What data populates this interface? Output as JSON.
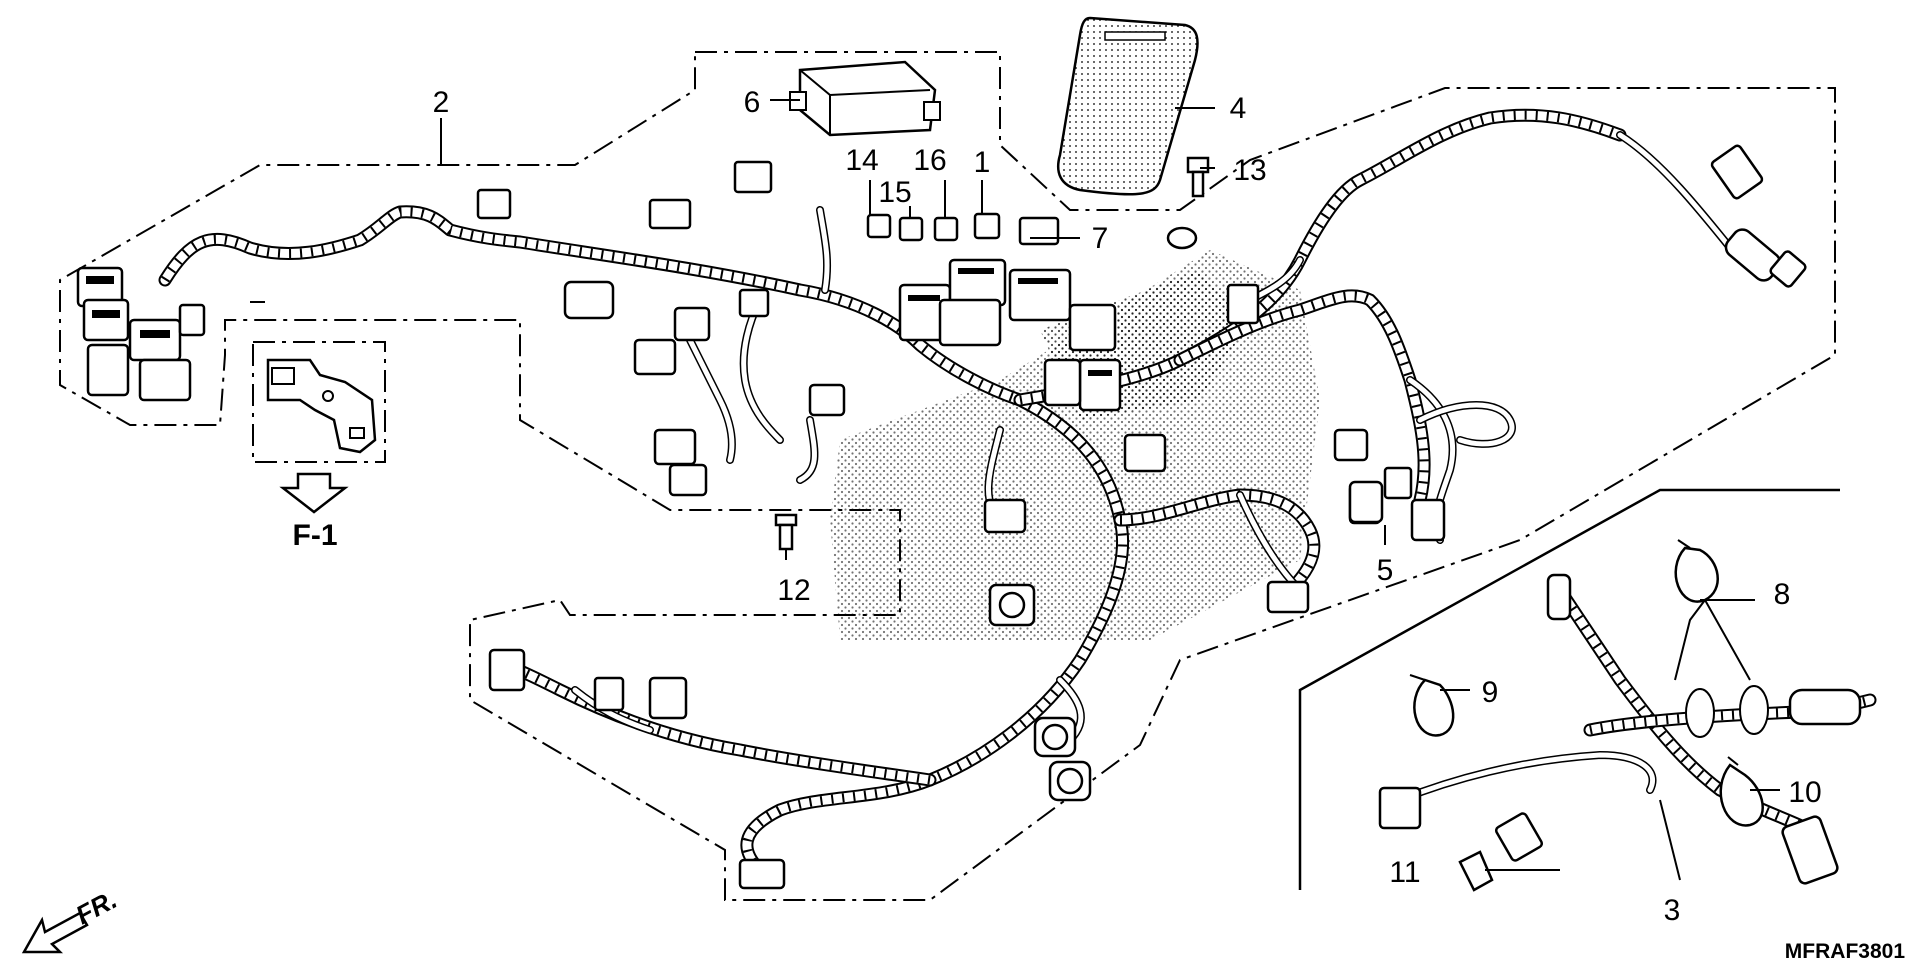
{
  "diagram": {
    "code": "MFRAF3801",
    "direction_label": "FR.",
    "view_ref": "F-1",
    "callouts": {
      "c1": "1",
      "c2": "2",
      "c3": "3",
      "c4": "4",
      "c5": "5",
      "c6": "6",
      "c7": "7",
      "c8": "8",
      "c9": "9",
      "c10": "10",
      "c11": "11",
      "c12": "12",
      "c13": "13",
      "c14": "14",
      "c15": "15",
      "c16": "16"
    }
  }
}
